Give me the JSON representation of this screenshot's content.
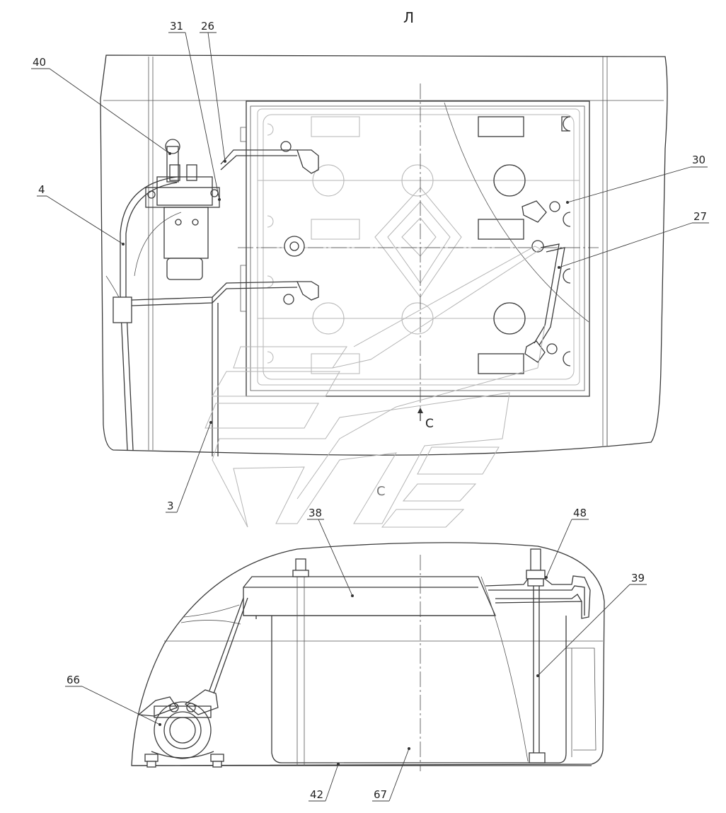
{
  "view_label": "Л",
  "section_mark": "C",
  "callouts": {
    "c40": "40",
    "c31": "31",
    "c26": "26",
    "c4": "4",
    "c30": "30",
    "c27": "27",
    "c3": "3",
    "c38": "38",
    "c48": "48",
    "c39": "39",
    "c66": "66",
    "c42": "42",
    "c67": "67"
  }
}
